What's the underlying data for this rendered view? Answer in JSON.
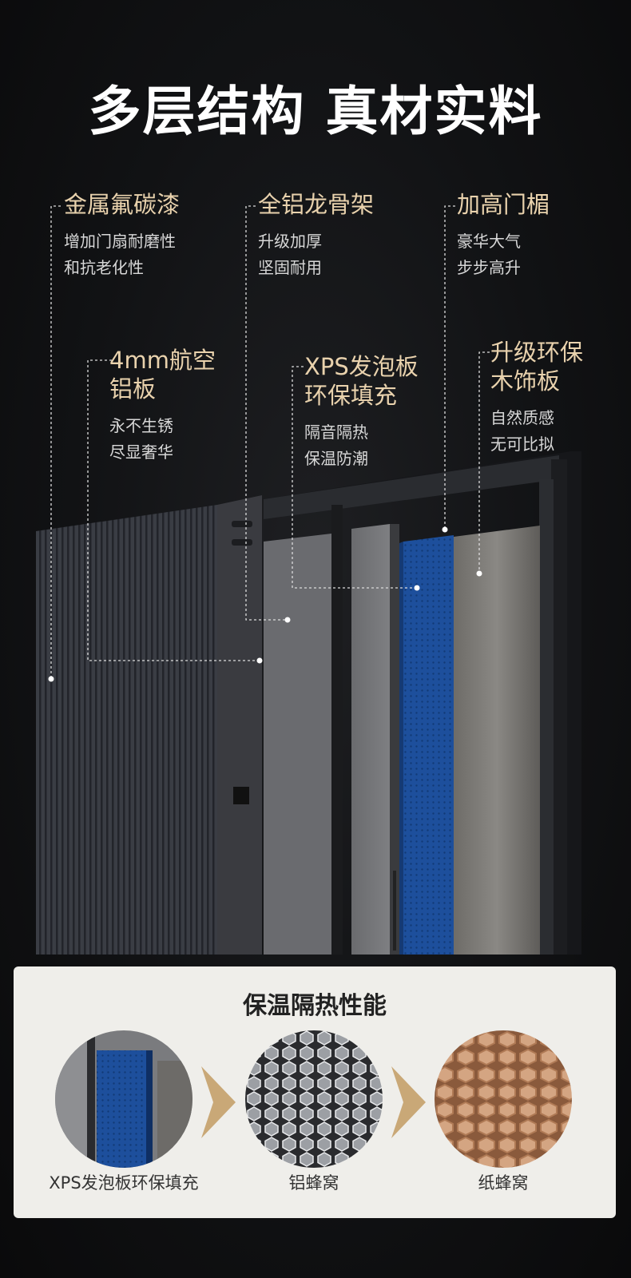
{
  "title": "多层结构 真材实料",
  "features": [
    {
      "heading": "金属氟碳漆",
      "lines": [
        "增加门扇耐磨性",
        "和抗老化性"
      ]
    },
    {
      "heading": "全铝龙骨架",
      "lines": [
        "升级加厚",
        "坚固耐用"
      ]
    },
    {
      "heading": "加高门楣",
      "lines": [
        "豪华大气",
        "步步高升"
      ]
    },
    {
      "heading_lines": [
        "4mm航空",
        "铝板"
      ],
      "lines": [
        "永不生锈",
        "尽显奢华"
      ]
    },
    {
      "heading_lines": [
        "XPS发泡板",
        "环保填充"
      ],
      "lines": [
        "隔音隔热",
        "保温防潮"
      ]
    },
    {
      "heading_lines": [
        "升级环保",
        "木饰板"
      ],
      "lines": [
        "自然质感",
        "无可比拟"
      ]
    }
  ],
  "insulation": {
    "title": "保温隔热性能",
    "items": [
      {
        "label": "XPS发泡板环保填充"
      },
      {
        "label": "铝蜂窝"
      },
      {
        "label": "纸蜂窝"
      }
    ]
  },
  "colors": {
    "heading_gold": "#e9d2ad",
    "xps_blue": "#1b4f9c",
    "panel_bg": "#efeeea"
  }
}
